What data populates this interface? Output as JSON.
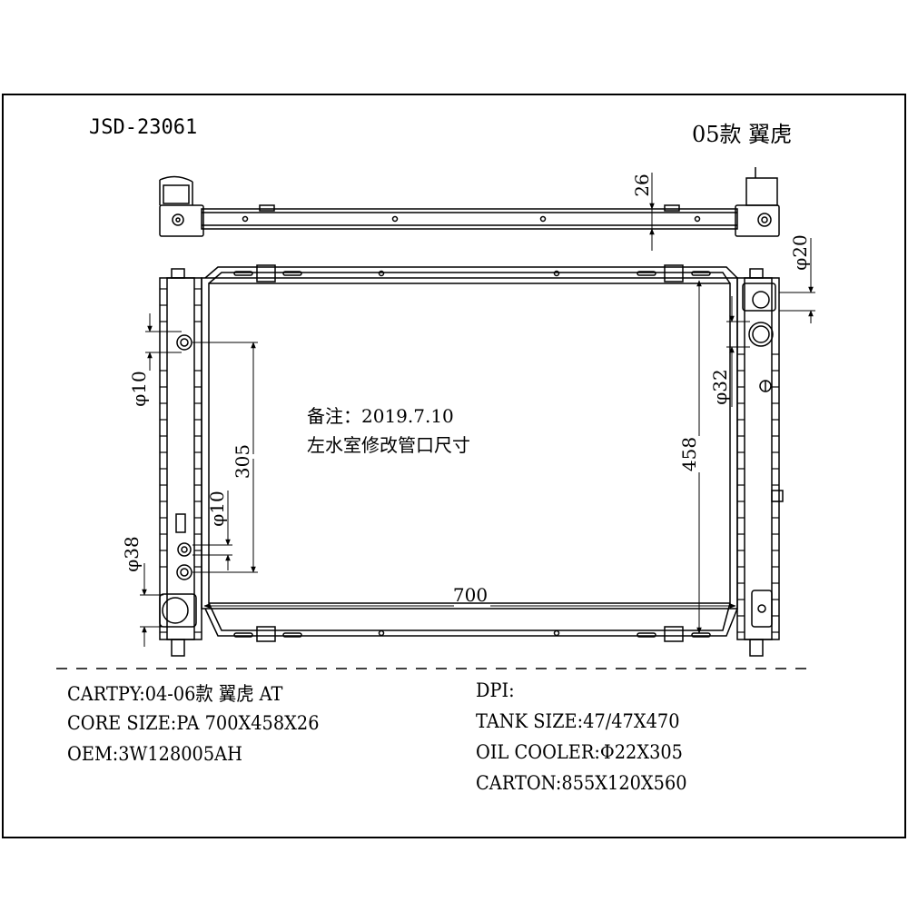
{
  "header": {
    "part_number": "JSD-23061",
    "model_label": "05款 翼虎"
  },
  "dimensions": {
    "d26": "26",
    "d20": "φ20",
    "d10_top": "φ10",
    "d32": "φ32",
    "d305": "305",
    "d458": "458",
    "d10_mid": "φ10",
    "d38": "φ38",
    "d700": "700"
  },
  "note": {
    "line1": "备注：2019.7.10",
    "line2": "左水室修改管口尺寸"
  },
  "specs_left": [
    {
      "label": "CARTPY:",
      "value": "04-06款 翼虎 AT"
    },
    {
      "label": "CORE SIZE:",
      "value": "PA 700X458X26"
    },
    {
      "label": "OEM:",
      "value": "3W128005AH"
    }
  ],
  "specs_right": [
    {
      "label": "DPI:",
      "value": ""
    },
    {
      "label": "TANK SIZE:",
      "value": "47/47X470"
    },
    {
      "label": "OIL COOLER:",
      "value": "Φ22X305"
    },
    {
      "label": "CARTON:",
      "value": "855X120X560"
    }
  ]
}
